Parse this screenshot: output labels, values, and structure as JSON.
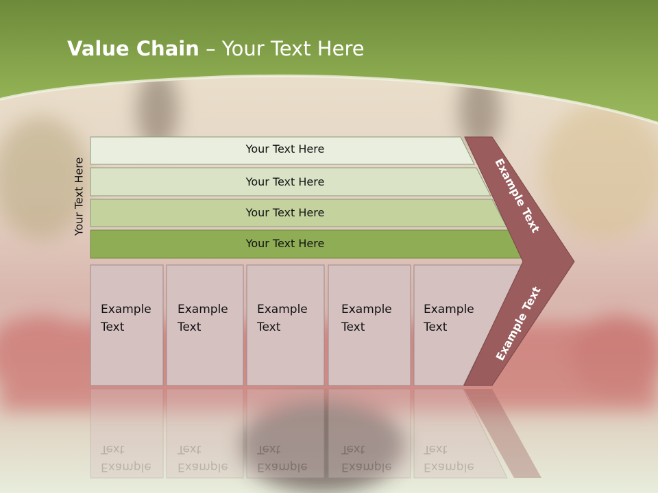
{
  "title": {
    "bold": "Value Chain",
    "rest": " – Your Text Here"
  },
  "side_label": "Your Text Here",
  "bands": [
    {
      "label": "Your Text Here",
      "color": "#e9eede"
    },
    {
      "label": "Your Text Here",
      "color": "#dae3c6"
    },
    {
      "label": "Your Text Here",
      "color": "#c4d39e"
    },
    {
      "label": "Your Text Here",
      "color": "#8fad55"
    }
  ],
  "boxes": [
    {
      "line1": "Example",
      "line2": "Text"
    },
    {
      "line1": "Example",
      "line2": "Text"
    },
    {
      "line1": "Example",
      "line2": "Text"
    },
    {
      "line1": "Example",
      "line2": "Text"
    },
    {
      "line1": "Example",
      "line2": "Text"
    }
  ],
  "chevron": {
    "top_label": "Example Text",
    "bottom_label": "Example Text",
    "color": "#9a5c5c"
  },
  "colors": {
    "header_green": "#8aab50",
    "box_fill": "#d6c1c1",
    "box_border": "#9a8c8c"
  }
}
